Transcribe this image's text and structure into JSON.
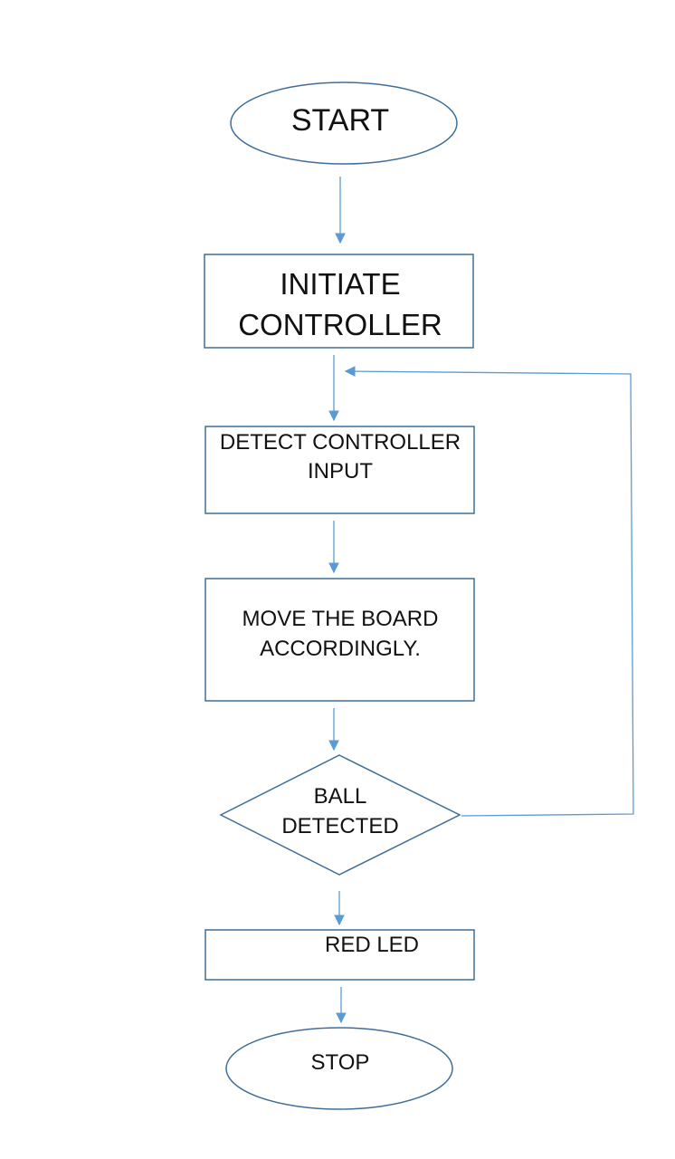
{
  "colors": {
    "background": "#ffffff",
    "shape_stroke": "#3f6f99",
    "arrow": "#5b9bd5",
    "text": "#111111"
  },
  "nodes": {
    "start": {
      "shape": "ellipse",
      "label": "START"
    },
    "initiate": {
      "shape": "rectangle",
      "label_line1": "INITIATE",
      "label_line2": "CONTROLLER"
    },
    "detect": {
      "shape": "rectangle",
      "label_line1": "DETECT CONTROLLER",
      "label_line2": "INPUT"
    },
    "move": {
      "shape": "rectangle",
      "label_line1": "MOVE THE BOARD",
      "label_line2": "ACCORDINGLY."
    },
    "decision": {
      "shape": "diamond",
      "label_line1": "BALL",
      "label_line2": "DETECTED"
    },
    "red_led": {
      "shape": "rectangle",
      "label": "RED LED"
    },
    "stop": {
      "shape": "ellipse",
      "label": "STOP"
    }
  },
  "edges": [
    {
      "from": "start",
      "to": "initiate"
    },
    {
      "from": "initiate",
      "to": "detect"
    },
    {
      "from": "detect",
      "to": "move"
    },
    {
      "from": "move",
      "to": "decision"
    },
    {
      "from": "decision",
      "to": "detect",
      "route": "loop-back-right"
    },
    {
      "from": "decision",
      "to": "red_led"
    },
    {
      "from": "red_led",
      "to": "stop"
    }
  ]
}
